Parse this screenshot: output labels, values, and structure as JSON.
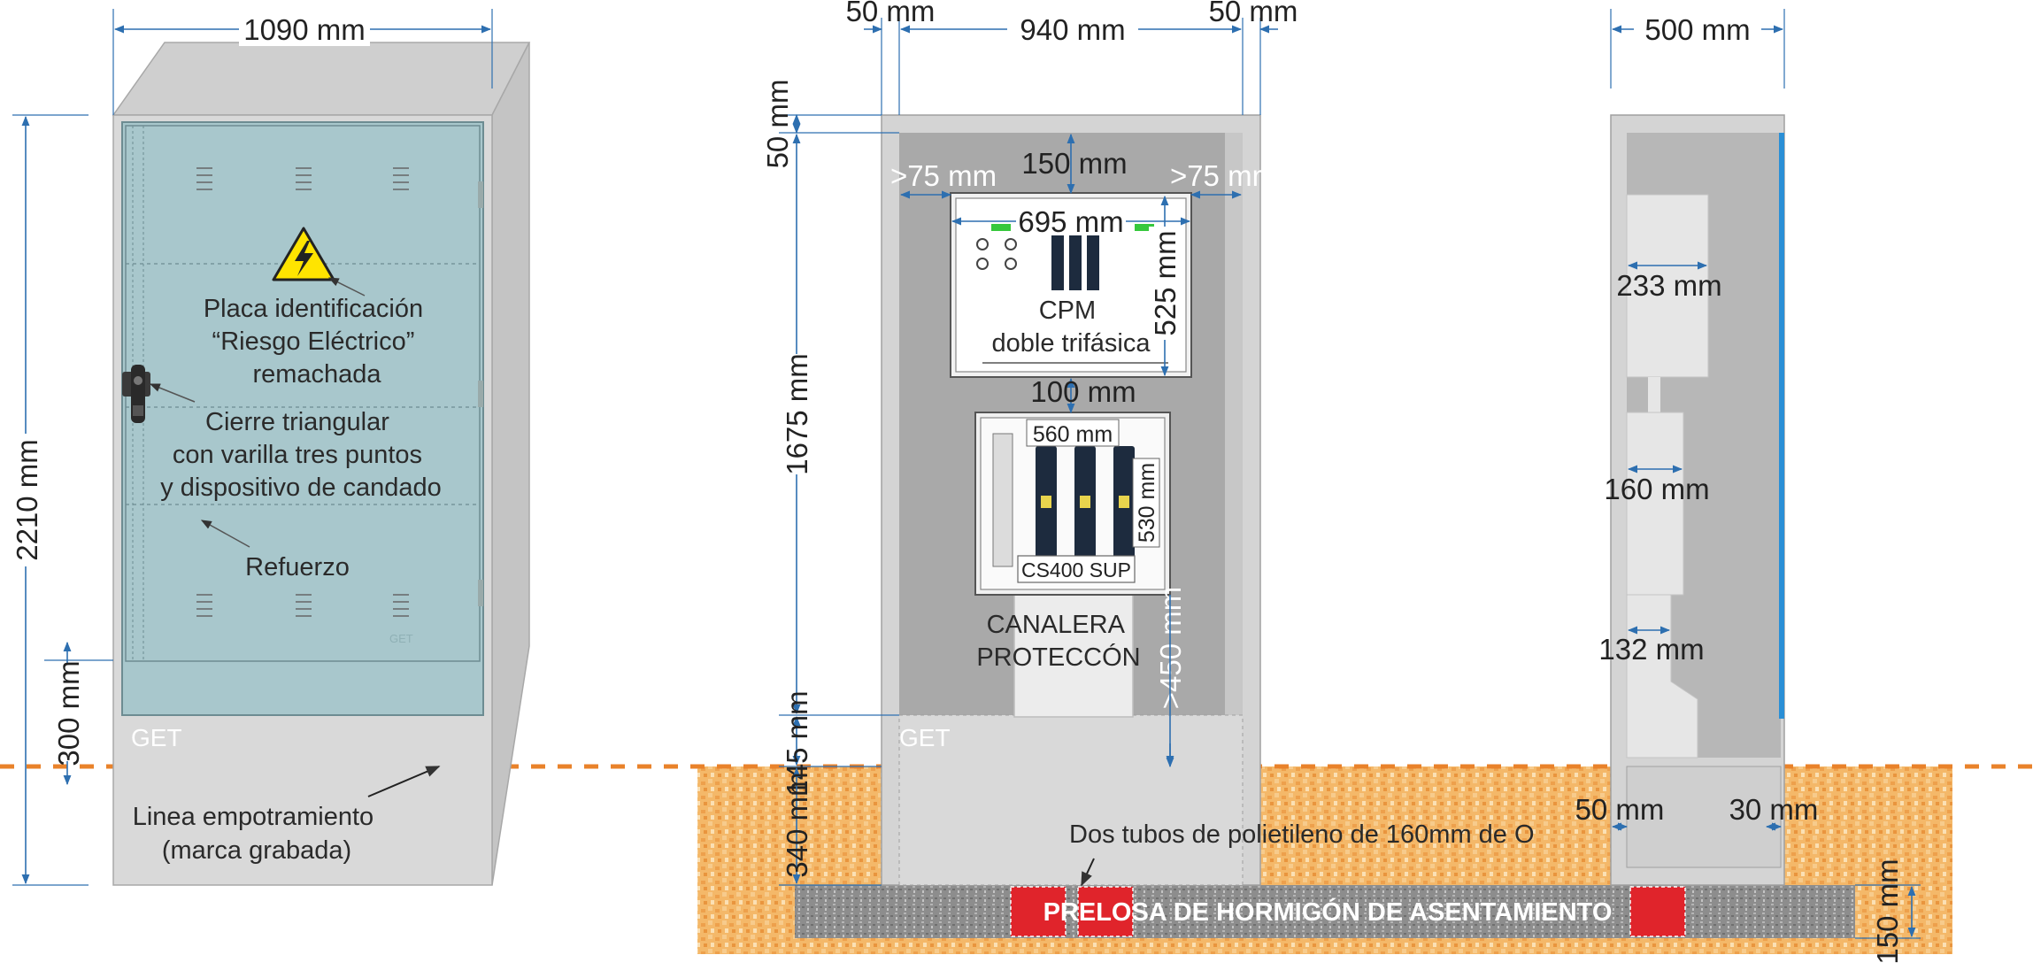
{
  "diagram": {
    "front_view": {
      "width_dim": "1090 mm",
      "height_dim": "2210 mm",
      "base_dim": "300 mm",
      "plate_note": [
        "Placa identificación",
        "“Riesgo Eléctrico”",
        "remachada"
      ],
      "lock_note": [
        "Cierre triangular",
        "con varilla tres puntos",
        "y dispositivo de candado"
      ],
      "reinforcement_note": "Refuerzo",
      "embed_note": [
        "Linea empotramiento",
        "(marca grabada)"
      ],
      "get_label": "GET"
    },
    "interior_view": {
      "left_gap_dim": "50 mm",
      "inner_width_dim": "940 mm",
      "right_gap_dim": "50 mm",
      "top_dim": "50 mm",
      "inner_height_dim": "1675 mm",
      "bottom_dim": "145 mm",
      "buried_dim": "340 mm",
      "side_clear_left": ">75 mm",
      "side_clear_right": ">75 mm",
      "cpm_top_dim": "150 mm",
      "cpm_width_dim": "695 mm",
      "cpm_height_dim": "525 mm",
      "cpm_label": [
        "CPM",
        "doble trifásica"
      ],
      "gap_dim": "100 mm",
      "cs_width_dim": "560 mm",
      "cs_height_dim": "530 mm",
      "cs_label": "CS400 SUP",
      "channel_label": [
        "CANALERA",
        "PROTECCÓN"
      ],
      "channel_dim": ">450 mm",
      "tubes_note": "Dos tubos de polietileno de 160mm de O",
      "slab_label": "PRELOSA DE HORMIGÓN DE ASENTAMIENTO",
      "slab_dim": "150 mm",
      "get_label": "GET"
    },
    "side_view": {
      "depth_dim": "500 mm",
      "cpm_depth": "233 mm",
      "cs_depth": "160 mm",
      "channel_depth": "132 mm",
      "base_left": "50 mm",
      "base_right": "30 mm"
    },
    "colors": {
      "door": "#a8c7cc",
      "cabinet": "#d9d9d9",
      "interior": "#a9a9a9",
      "ground": "#f2b25c",
      "ground_line": "#e9822a",
      "dimension": "#2d6fb0",
      "tube": "#e0242b",
      "slab": "#8e8e8e",
      "accent_edge": "#2a8fd6"
    }
  }
}
